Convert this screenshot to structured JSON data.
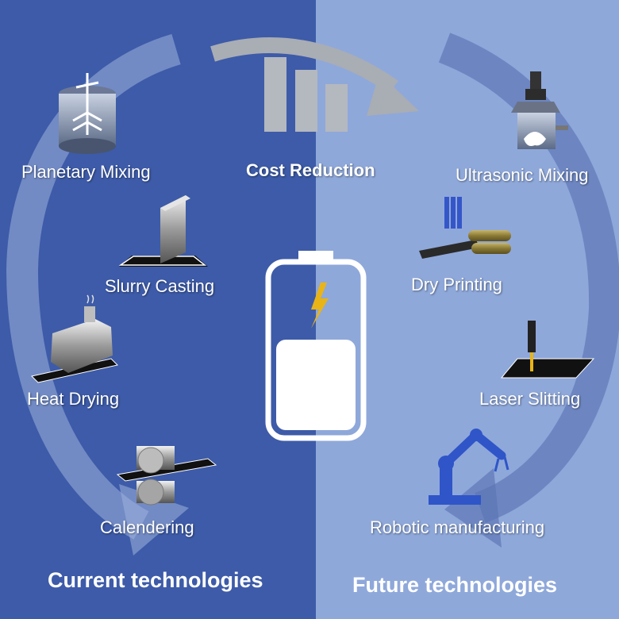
{
  "cost": {
    "label": "Cost Reduction"
  },
  "current": {
    "title": "Current technologies",
    "steps": [
      {
        "label": "Planetary Mixing",
        "icon": "planetary-mixer-icon"
      },
      {
        "label": "Slurry Casting",
        "icon": "slurry-casting-icon"
      },
      {
        "label": "Heat Drying",
        "icon": "heat-dryer-icon"
      },
      {
        "label": "Calendering",
        "icon": "calender-rollers-icon"
      }
    ]
  },
  "future": {
    "title": "Future technologies",
    "steps": [
      {
        "label": "Ultrasonic Mixing",
        "icon": "ultrasonic-mixer-icon"
      },
      {
        "label": "Dry Printing",
        "icon": "dry-printing-icon"
      },
      {
        "label": "Laser Slitting",
        "icon": "laser-slitting-icon"
      },
      {
        "label": "Robotic manufacturing",
        "icon": "robotic-arm-icon"
      }
    ]
  },
  "center": {
    "icon": "battery-icon"
  },
  "colors": {
    "left_bg": "#3d5ba8",
    "right_bg": "#8fa8da",
    "bolt": "#e8b417",
    "robot": "#2f55c8"
  }
}
